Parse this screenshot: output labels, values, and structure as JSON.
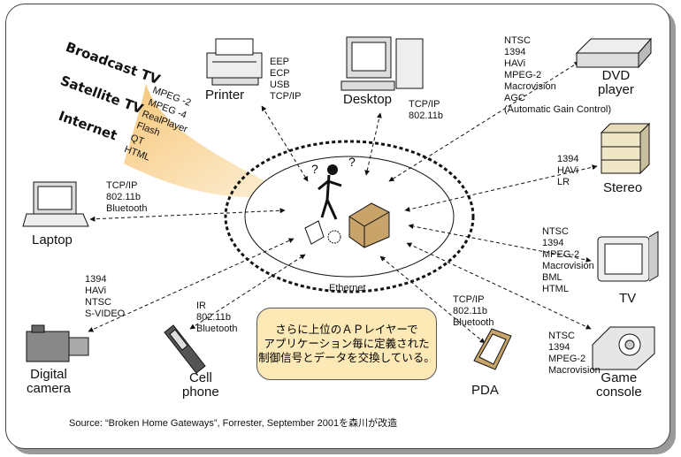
{
  "media_sources": [
    "Broadcast TV",
    "Satellite TV",
    "Internet"
  ],
  "media_formats": [
    "MPEG -2",
    "MPEG -4",
    "RealPlayer",
    "Flash",
    "QT",
    "HTML"
  ],
  "network_label": "Ethernet",
  "devices": {
    "printer": {
      "label": "Printer",
      "protocols": "EEP\nECP\nUSB\nTCP/IP"
    },
    "desktop": {
      "label": "Desktop",
      "protocols": "TCP/IP\n802.11b"
    },
    "dvd": {
      "label": "DVD\nplayer",
      "protocols": "NTSC\n1394\nHAVi\nMPEG-2\nMacrovision\nAGC\n(Automatic Gain Control)"
    },
    "stereo": {
      "label": "Stereo",
      "protocols": "1394\nHAVi\nLR"
    },
    "tv": {
      "label": "TV",
      "protocols": "NTSC\n1394\nMPEG-2\nMacrovision\nBML\nHTML"
    },
    "game": {
      "label": "Game\nconsole",
      "protocols": "NTSC\n1394\nMPEG-2\nMacrovision"
    },
    "pda": {
      "label": "PDA",
      "protocols": "TCP/IP\n802.11b\nBluetooth"
    },
    "phone": {
      "label": "Cell\nphone",
      "protocols": "IR\n802.11b\nBluetooth"
    },
    "camera": {
      "label": "Digital\ncamera",
      "protocols": "1394\nHAVi\nNTSC\nS-VIDEO"
    },
    "laptop": {
      "label": "Laptop",
      "protocols": "TCP/IP\n802.11b\nBluetooth"
    }
  },
  "callout": "さらに上位のＡＰレイヤーで\nアプリケーション毎に定義された\n制御信号とデータを交換している。",
  "source": "Source: “Broken Home Gateways”, Forrester, September 2001を森川が改造"
}
